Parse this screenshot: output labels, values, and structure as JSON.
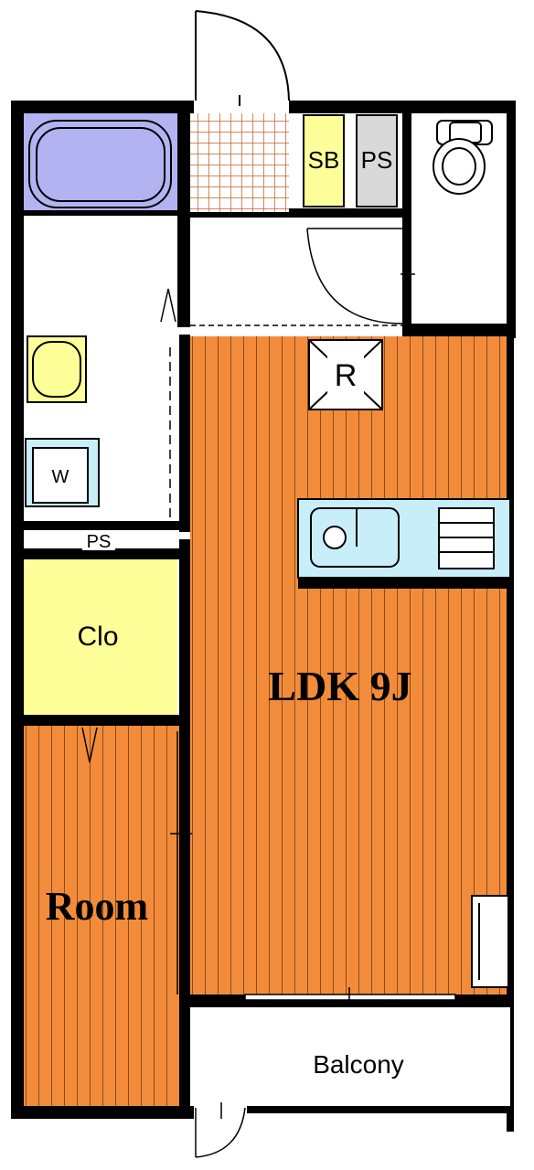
{
  "rooms": {
    "ldk": "LDK 9J",
    "room": "Room",
    "closet": "Clo",
    "balcony": "Balcony",
    "refrigerator": "R",
    "shoe_box": "SB",
    "pipe_space_top": "PS",
    "pipe_space_mid": "PS",
    "washer": "W"
  },
  "colors": {
    "wood_floor": "#f28c3a",
    "wood_stripe": "#8a4c1c",
    "closet": "#ffff99",
    "bath": "#b3b3f2",
    "shoe_box": "#ffff99",
    "pipe_space": "#d9d9d9",
    "kitchen": "#c8eefa",
    "wall": "#000000"
  }
}
